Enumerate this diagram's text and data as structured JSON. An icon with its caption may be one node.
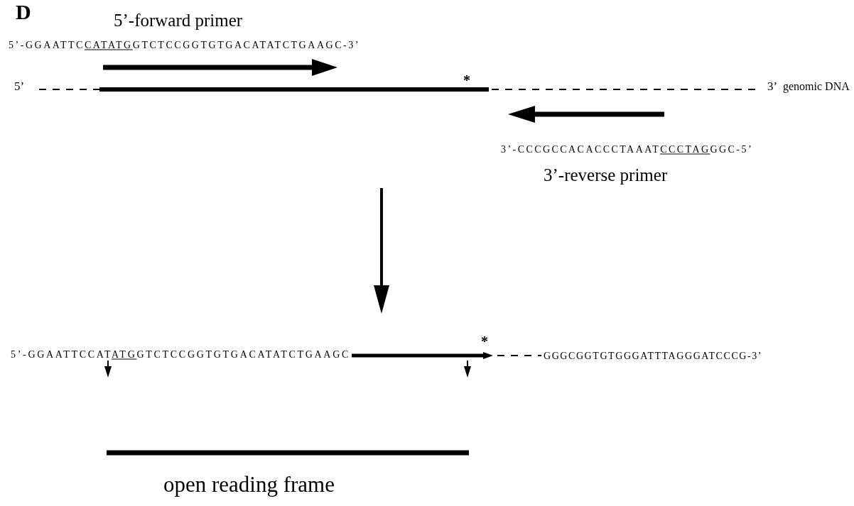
{
  "diagram": {
    "labels": [
      "D",
      "5’-forward primer",
      "5’-GGAATTCCATATGGTCTCCGGTGTGACATATCTGAAGC-3’",
      "5’",
      "*",
      "3’",
      "genomic DNA",
      "3’-CCCGCCACACCCTAAATCCCTAGGGC-5’",
      "3’-reverse primer",
      "5’-GGAATTCCATATGGTCTCCGGTGTGACATATCTGAAGC",
      "*",
      "GGGCGGTGTGGGATTTAGGGATCCCG-3’",
      "open reading frame"
    ]
  }
}
